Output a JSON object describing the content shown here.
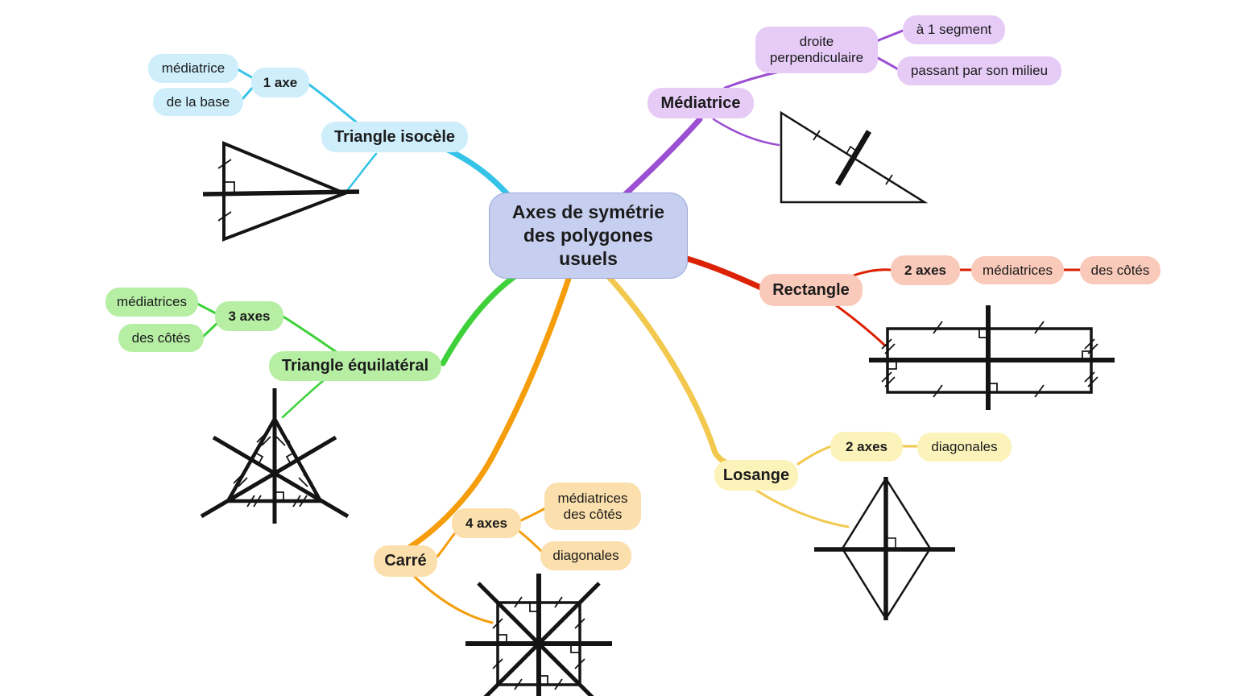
{
  "center": {
    "label": "Axes de symétrie des polygones usuels"
  },
  "branches": {
    "triangle_isocele": {
      "title": "Triangle isocèle",
      "count": "1 axe",
      "sub": [
        "médiatrice",
        "de la base"
      ]
    },
    "mediatrice": {
      "title": "Médiatrice",
      "definition": "droite perpendiculaire",
      "sub": [
        "à 1 segment",
        "passant par son milieu"
      ]
    },
    "rectangle": {
      "title": "Rectangle",
      "count": "2 axes",
      "sub": [
        "médiatrices",
        "des côtés"
      ]
    },
    "triangle_equilateral": {
      "title": "Triangle équilatéral",
      "count": "3 axes",
      "sub": [
        "médiatrices",
        "des côtés"
      ]
    },
    "carre": {
      "title": "Carré",
      "count": "4 axes",
      "sub": [
        "médiatrices des côtés",
        "diagonales"
      ]
    },
    "losange": {
      "title": "Losange",
      "count": "2 axes",
      "sub": [
        "diagonales"
      ]
    }
  },
  "colors": {
    "center_fill": "#c7cff0",
    "center_border": "#9aa7d8",
    "cyan_fill": "#cdeefa",
    "cyan_link": "#35c3e8",
    "purple_fill": "#e6cbf7",
    "purple_link": "#9b4fd2",
    "red_fill": "#f9c9ba",
    "red_link": "#dc2104",
    "green_fill": "#b6eea4",
    "green_link": "#3ed13a",
    "orange_fill": "#fbdfac",
    "orange_link": "#f59d0b",
    "yellow_fill": "#fcf3ba",
    "yellow_link": "#f2c94e",
    "figure_stroke": "#141414"
  }
}
